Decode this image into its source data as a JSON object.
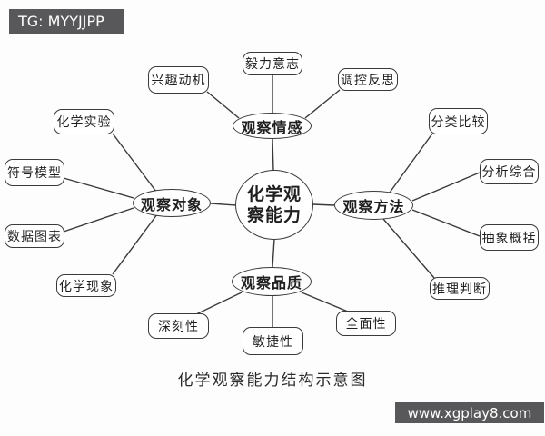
{
  "watermarks": {
    "top_left": "TG: MYYJJPP",
    "bottom_right": "www.xgplay8.com"
  },
  "colors": {
    "background": "#fdfdfd",
    "line": "#3a3a3a",
    "node_border": "#3a3a3a",
    "node_background": "#ffffff",
    "banner_background": "#58585a",
    "banner_text": "#ffffff"
  },
  "diagram": {
    "center": {
      "line1": "化学观",
      "line2": "察能力"
    },
    "branches": [
      {
        "label": "观察情感",
        "children": [
          "兴趣动机",
          "毅力意志",
          "调控反思"
        ]
      },
      {
        "label": "观察对象",
        "children": [
          "化学实验",
          "符号模型",
          "数据图表",
          "化学现象"
        ]
      },
      {
        "label": "观察方法",
        "children": [
          "分类比较",
          "分析综合",
          "抽象概括",
          "推理判断"
        ]
      },
      {
        "label": "观察品质",
        "children": [
          "深刻性",
          "敏捷性",
          "全面性"
        ]
      }
    ],
    "caption": "化学观察能力结构示意图"
  }
}
